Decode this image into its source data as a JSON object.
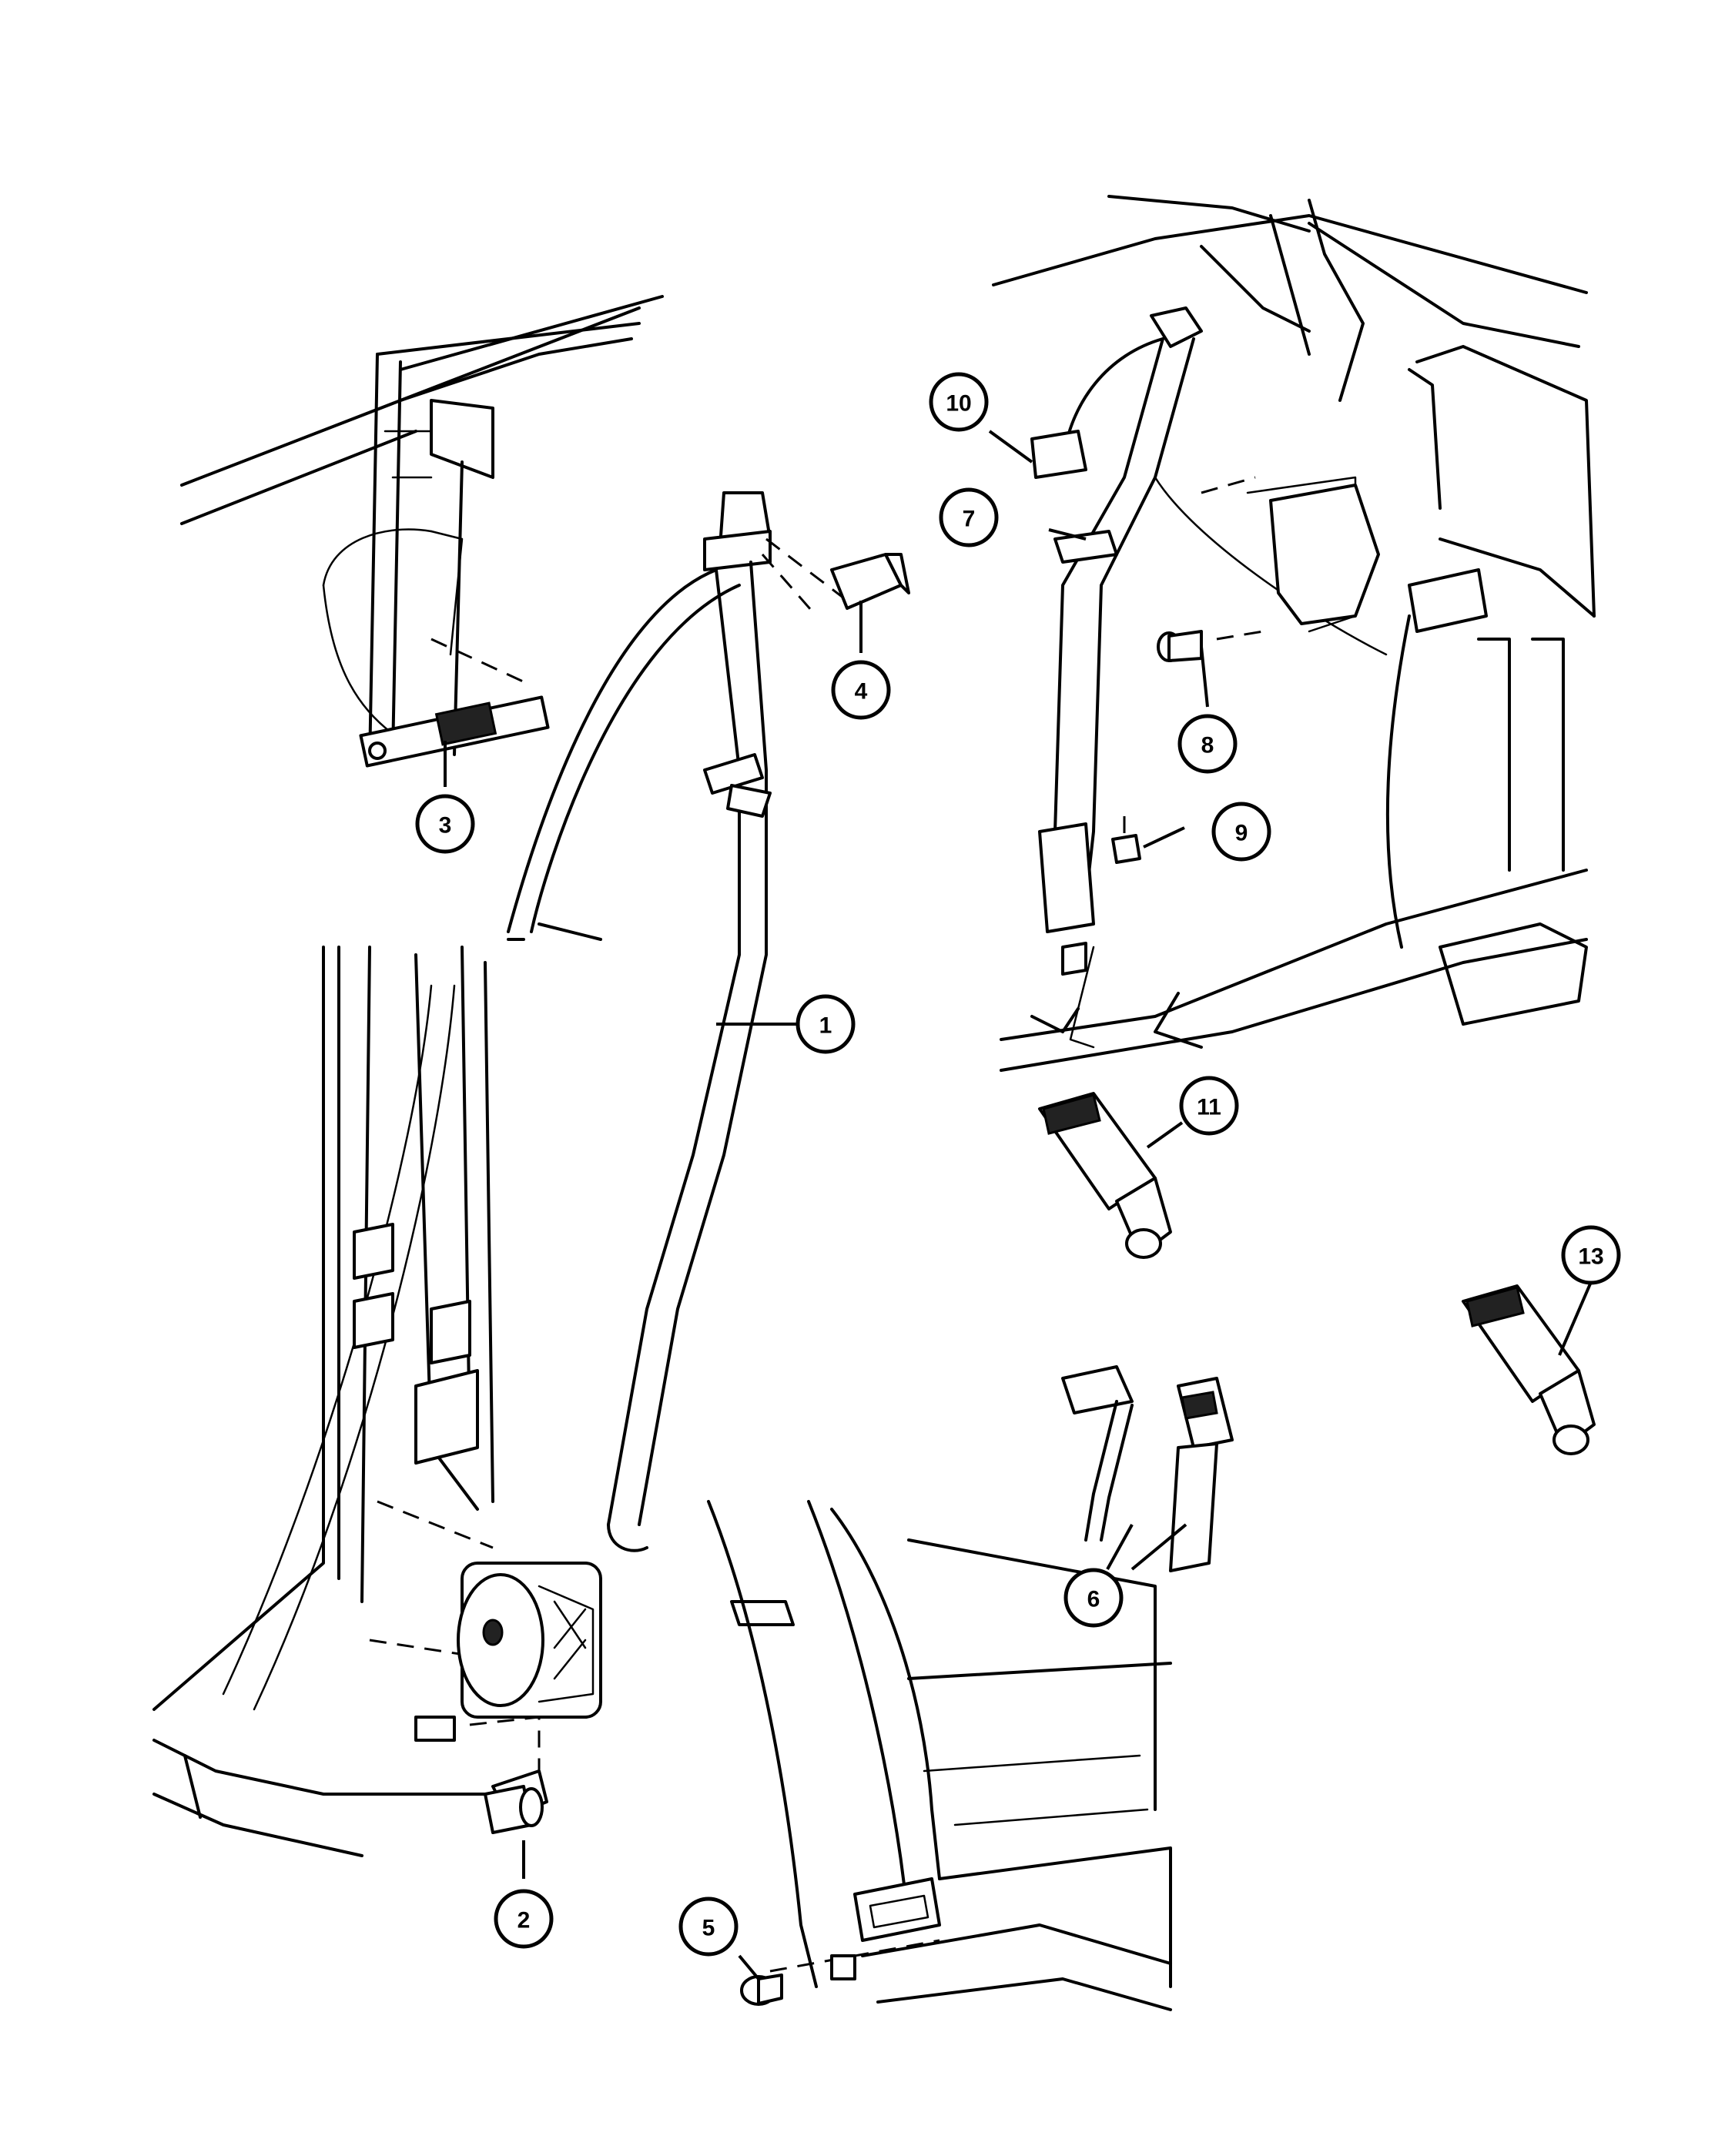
{
  "callouts": [
    {
      "label": "1",
      "name": "callout-1-shoulder-belt"
    },
    {
      "label": "2",
      "name": "callout-2-retractor-bolt"
    },
    {
      "label": "3",
      "name": "callout-3-height-adjuster"
    },
    {
      "label": "4",
      "name": "callout-4-turning-loop-cover"
    },
    {
      "label": "5",
      "name": "callout-5-anchor-bolt"
    },
    {
      "label": "6",
      "name": "callout-6-buckle-pair"
    },
    {
      "label": "7",
      "name": "callout-7-rear-shoulder-belt"
    },
    {
      "label": "8",
      "name": "callout-8-rear-bolt"
    },
    {
      "label": "9",
      "name": "callout-9-nut"
    },
    {
      "label": "10",
      "name": "callout-10-cover"
    },
    {
      "label": "11",
      "name": "callout-11-rear-buckle"
    },
    {
      "label": "13",
      "name": "callout-13-rear-buckle"
    }
  ]
}
